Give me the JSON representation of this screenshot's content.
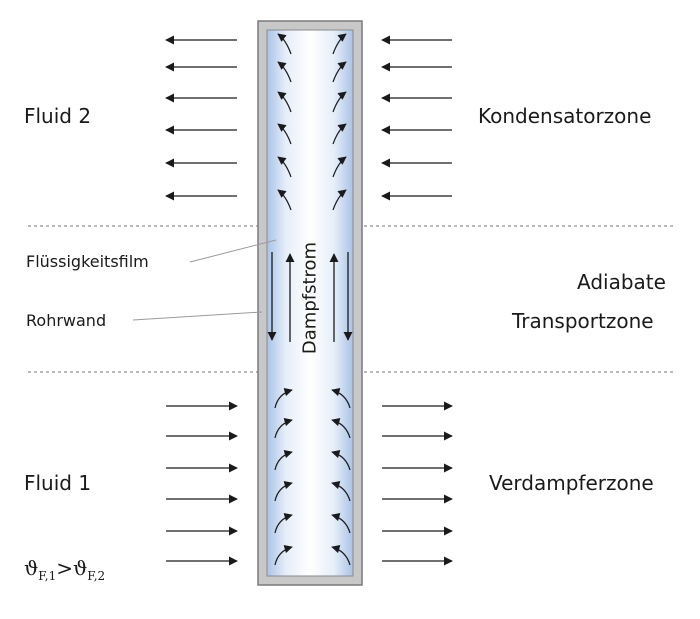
{
  "labels": {
    "fluid2": "Fluid 2",
    "kondensatorzone": "Kondensatorzone",
    "fluessigkeitsfilm": "Flüssigkeitsfilm",
    "rohrwand": "Rohrwand",
    "adiabate": "Adiabate",
    "transportzone": "Transportzone",
    "dampfstrom": "Dampfstrom",
    "fluid1": "Fluid 1",
    "verdampferzone": "Verdampferzone"
  },
  "formula": {
    "theta1": "ϑ",
    "sub1": "F,1",
    "operator": ">",
    "theta2": "ϑ",
    "sub2": "F,2"
  },
  "colors": {
    "wall_outer": "#9a9a9a",
    "wall_fill": "#c8c8c8",
    "film_blue": "#b7cde8",
    "line": "#1a1a1a",
    "dashed": "#8f8f8f"
  }
}
